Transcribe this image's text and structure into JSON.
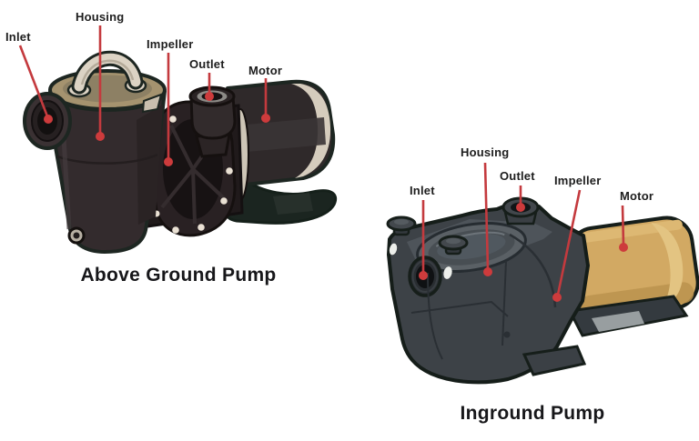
{
  "pumps": [
    {
      "title": "Above Ground Pump",
      "labels": [
        {
          "text": "Inlet"
        },
        {
          "text": "Housing"
        },
        {
          "text": "Impeller"
        },
        {
          "text": "Outlet"
        },
        {
          "text": "Motor"
        }
      ]
    },
    {
      "title": "Inground Pump",
      "labels": [
        {
          "text": "Inlet"
        },
        {
          "text": "Housing"
        },
        {
          "text": "Outlet"
        },
        {
          "text": "Impeller"
        },
        {
          "text": "Motor"
        }
      ]
    }
  ],
  "colors": {
    "background": "#ffffff",
    "label_text": "#1d1d1d",
    "leader_line": "#c43a3e",
    "leader_dot": "#cd3b3c",
    "pump_body_dark": "#332b2d",
    "housing_gray": "#3d4247",
    "lid_tan": "#a5936f",
    "handle_cream": "#dcd3c4",
    "motor_gold": "#d2a963",
    "outline_dark": "#161e1a"
  }
}
